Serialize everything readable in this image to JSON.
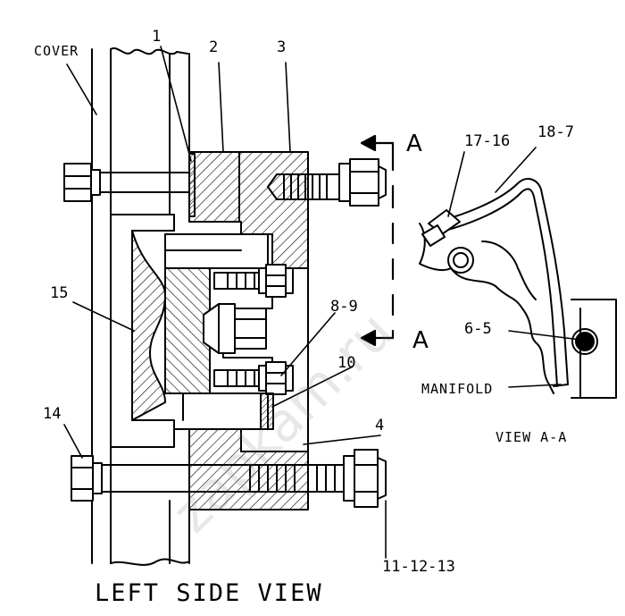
{
  "labels": {
    "cover": "COVER",
    "p1": "1",
    "p2": "2",
    "p3": "3",
    "p15": "15",
    "p14": "14",
    "p4": "4",
    "p10": "10",
    "p8_9": "8-9",
    "p17_16": "17-16",
    "p18_7": "18-7",
    "p6_5": "6-5",
    "p11_12_13": "11-12-13",
    "manifold": "MANIFOLD",
    "view_aa": "VIEW A-A",
    "section_a_top": "A",
    "section_a_bottom": "A",
    "left_side_view": "LEFT SIDE VIEW"
  },
  "watermark": {
    "text": "zapkam.ru",
    "color": "#c0c0c0"
  },
  "colors": {
    "line": "#000000",
    "background": "#ffffff"
  }
}
